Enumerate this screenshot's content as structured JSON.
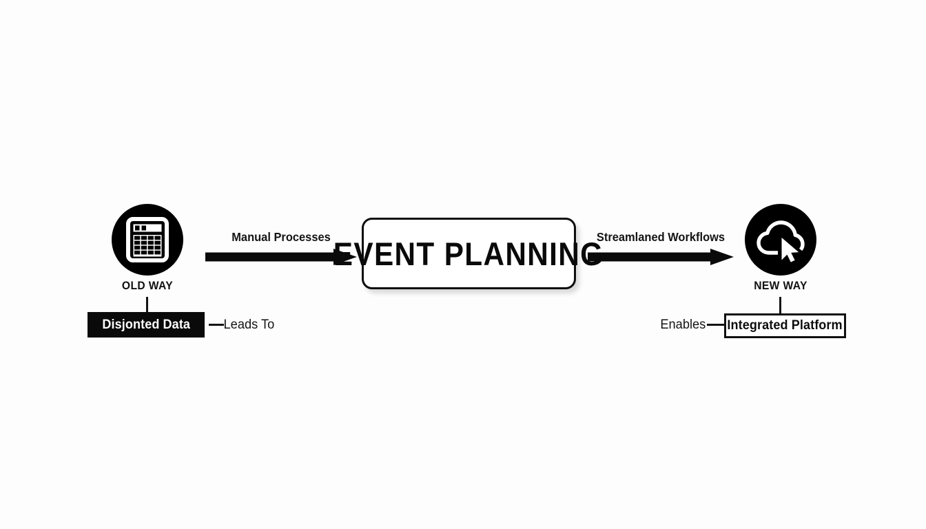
{
  "diagram": {
    "background_color": "#fdfdfd",
    "ink_color": "#0a0a0a",
    "center": {
      "title": "EVENT PLANNING"
    },
    "nodes": [
      {
        "id": "old-way",
        "icon": "calculator-icon",
        "caption": "OLD WAY"
      },
      {
        "id": "new-way",
        "icon": "cloud-cursor-icon",
        "caption": "NEW WAY"
      }
    ],
    "arrows": [
      {
        "id": "left-arrow",
        "label": "Manual Processes",
        "direction": "right"
      },
      {
        "id": "right-arrow",
        "label": "Streamlaned Workflows",
        "direction": "right"
      }
    ],
    "tags": [
      {
        "id": "disjointed-data",
        "text": "Disjonted Data",
        "style": "filled"
      },
      {
        "id": "integrated-platform",
        "text": "Integrated Platform",
        "style": "outlined"
      }
    ],
    "relations": [
      {
        "id": "leads-to",
        "text": "Leads To"
      },
      {
        "id": "enables",
        "text": "Enables"
      }
    ]
  }
}
